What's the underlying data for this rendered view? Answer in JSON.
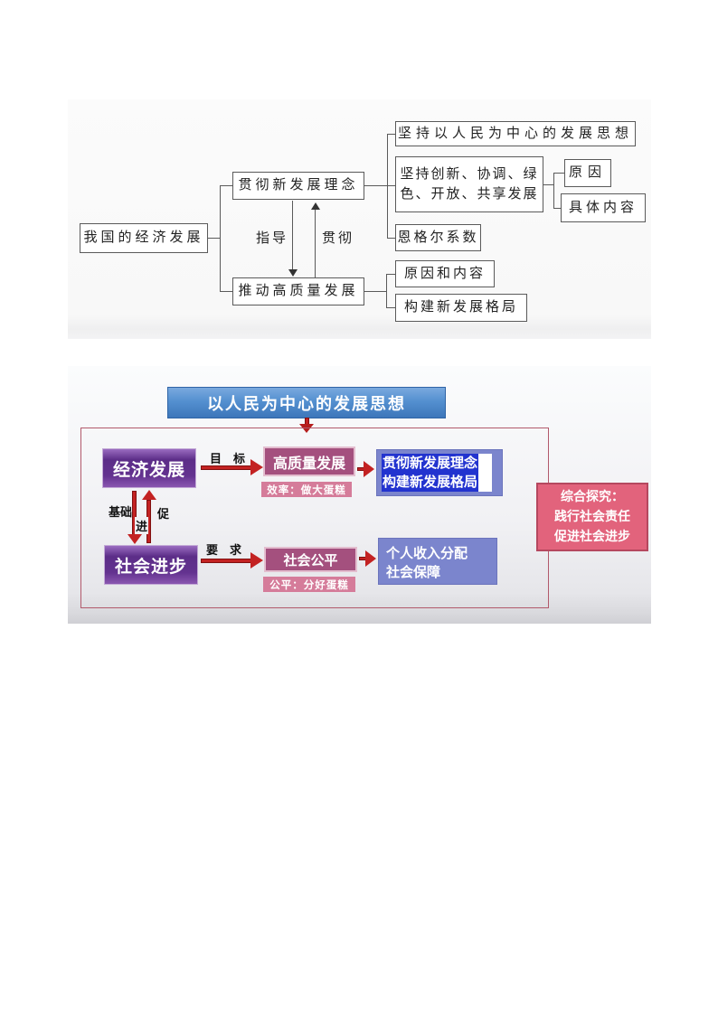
{
  "top": {
    "root": "我国的经济发展",
    "concept": "贯彻新发展理念",
    "quality": "推动高质量发展",
    "label_guide": "指导",
    "label_implement": "贯彻",
    "people_centered": "坚持以人民为中心的发展思想",
    "new_concepts_line1": "坚持创新、协调、绿",
    "new_concepts_line2": "色、开放、共享发展",
    "engel": "恩格尔系数",
    "reason": "原因",
    "detail": "具体内容",
    "reason_content": "原因和内容",
    "new_pattern": "构建新发展格局"
  },
  "bottom": {
    "title": "以人民为中心的发展思想",
    "economy": "经济发展",
    "society": "社会进步",
    "label_goal": "目　标",
    "label_requirement": "要　求",
    "label_basis": "基础",
    "label_cu": "促",
    "label_jin": "进",
    "hq": "高质量发展",
    "efficiency": "效率：做大蛋糕",
    "fair_title": "社会公平",
    "fairness": "公平：分好蛋糕",
    "implement_concept": "贯彻新发展理念",
    "build_pattern": "构建新发展格局",
    "income": "个人收入分配",
    "security": "社会保障",
    "explore_title": "综合探究：",
    "explore_line2": "践行社会责任",
    "explore_line3": "促进社会进步"
  },
  "colors": {
    "title_blue": "#4a82c4",
    "box_purple": "#5c2d88",
    "box_mauve": "#a4507e",
    "tag_pink": "#d57c9a",
    "box_periwinkle": "#7b85cd",
    "highlight_blue": "#2233cf",
    "explore_rose": "#e2637c",
    "arrow_red": "#c32222",
    "frame_border": "#b2596b"
  }
}
